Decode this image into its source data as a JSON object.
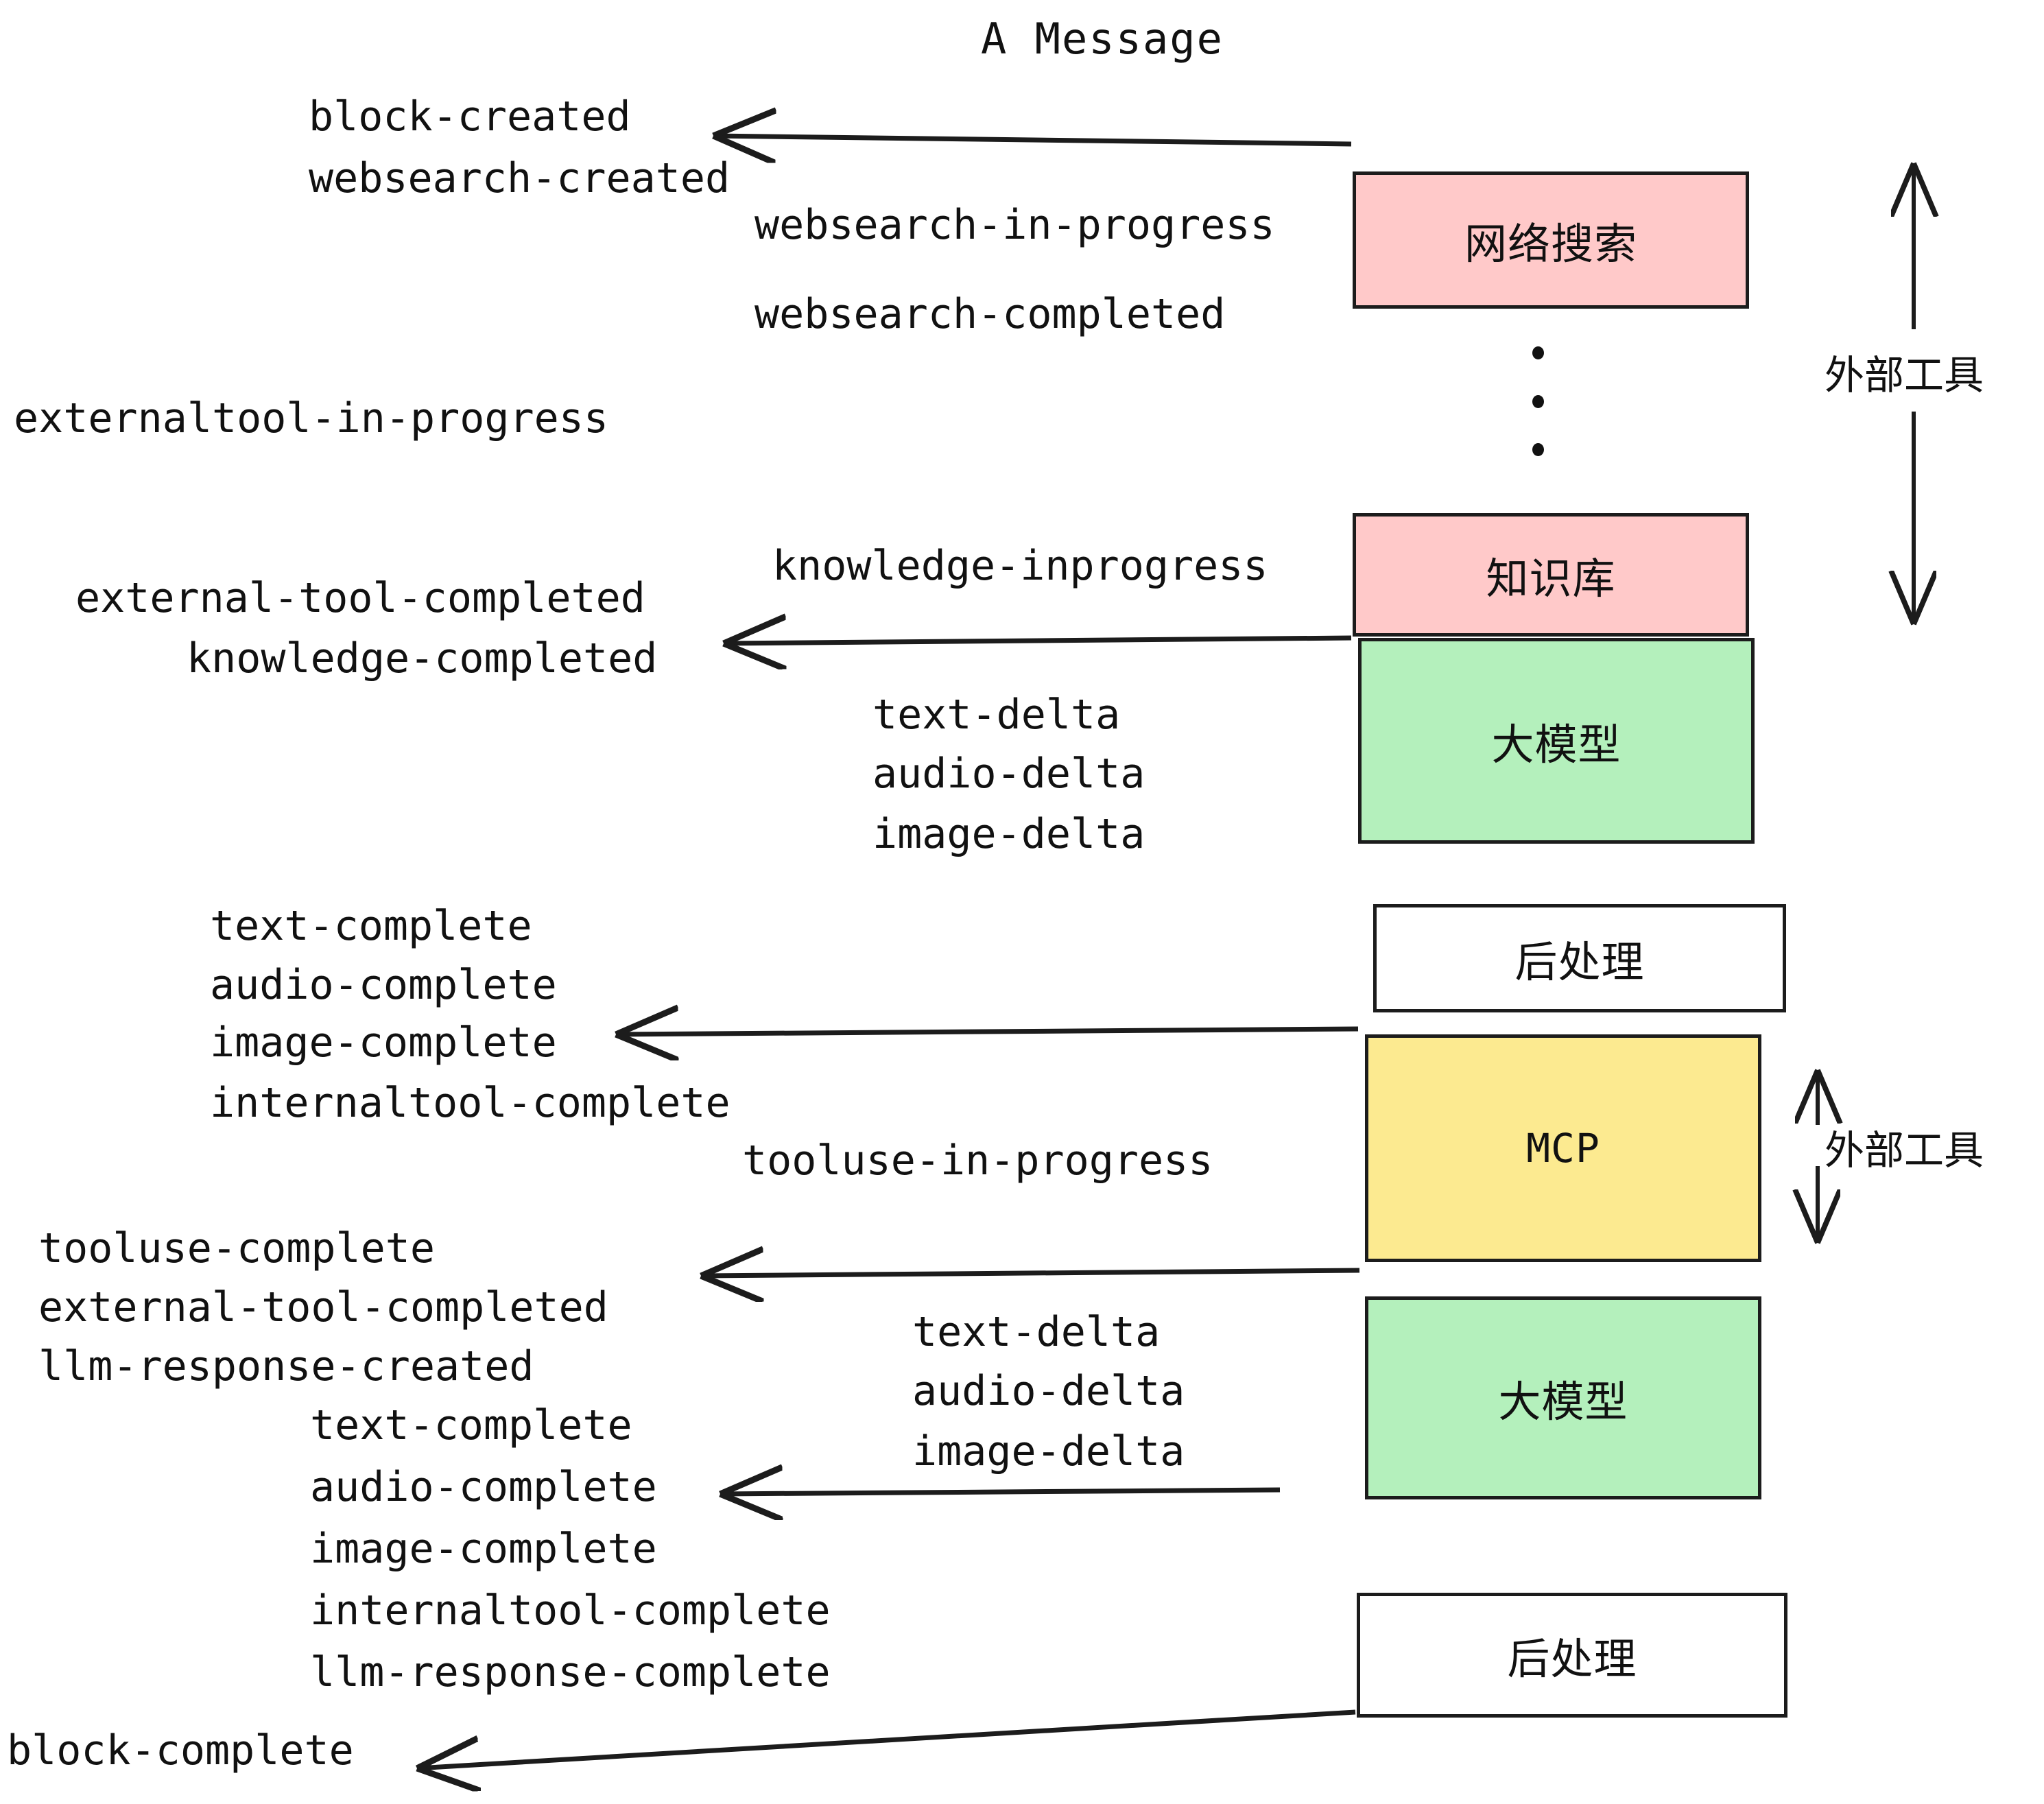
{
  "title": "A Message",
  "colors": {
    "pink": "#FFC9C9",
    "green": "#B4F0BC",
    "yellow": "#FCEA90",
    "white": "#FFFFFF",
    "stroke": "#1C1C1C",
    "text": "#111111"
  },
  "boxes": [
    {
      "id": "websearch",
      "label": "网络搜索",
      "fill": "#FFC9C9"
    },
    {
      "id": "knowledge",
      "label": "知识库",
      "fill": "#FFC9C9"
    },
    {
      "id": "llm-1",
      "label": "大模型",
      "fill": "#B4F0BC"
    },
    {
      "id": "postprocess-1",
      "label": "后处理",
      "fill": "#FFFFFF"
    },
    {
      "id": "mcp",
      "label": "MCP",
      "fill": "#FCEA90"
    },
    {
      "id": "llm-2",
      "label": "大模型",
      "fill": "#B4F0BC"
    },
    {
      "id": "postprocess-2",
      "label": "后处理",
      "fill": "#FFFFFF"
    }
  ],
  "group_labels": [
    {
      "id": "external-tools-top",
      "label": "外部工具"
    },
    {
      "id": "external-tools-bottom",
      "label": "外部工具"
    }
  ],
  "events": {
    "block_created": "block-created",
    "websearch_created": "websearch-created",
    "websearch_in_progress": "websearch-in-progress",
    "websearch_completed": "websearch-completed",
    "externaltool_in_progress": "externaltool-in-progress",
    "knowledge_inprogress": "knowledge-inprogress",
    "external_tool_completed_1": "external-tool-completed",
    "knowledge_completed": "knowledge-completed",
    "text_delta_1": "text-delta",
    "audio_delta_1": "audio-delta",
    "image_delta_1": "image-delta",
    "text_complete_1": "text-complete",
    "audio_complete_1": "audio-complete",
    "image_complete_1": "image-complete",
    "internaltool_complete_1": "internaltool-complete",
    "tooluse_in_progress": "tooluse-in-progress",
    "tooluse_complete": "tooluse-complete",
    "external_tool_completed_2": "external-tool-completed",
    "llm_response_created": "llm-response-created",
    "text_delta_2": "text-delta",
    "audio_delta_2": "audio-delta",
    "image_delta_2": "image-delta",
    "text_complete_2": "text-complete",
    "audio_complete_2": "audio-complete",
    "image_complete_2": "image-complete",
    "internaltool_complete_2": "internaltool-complete",
    "llm_response_complete": "llm-response-complete",
    "block_complete": "block-complete"
  }
}
